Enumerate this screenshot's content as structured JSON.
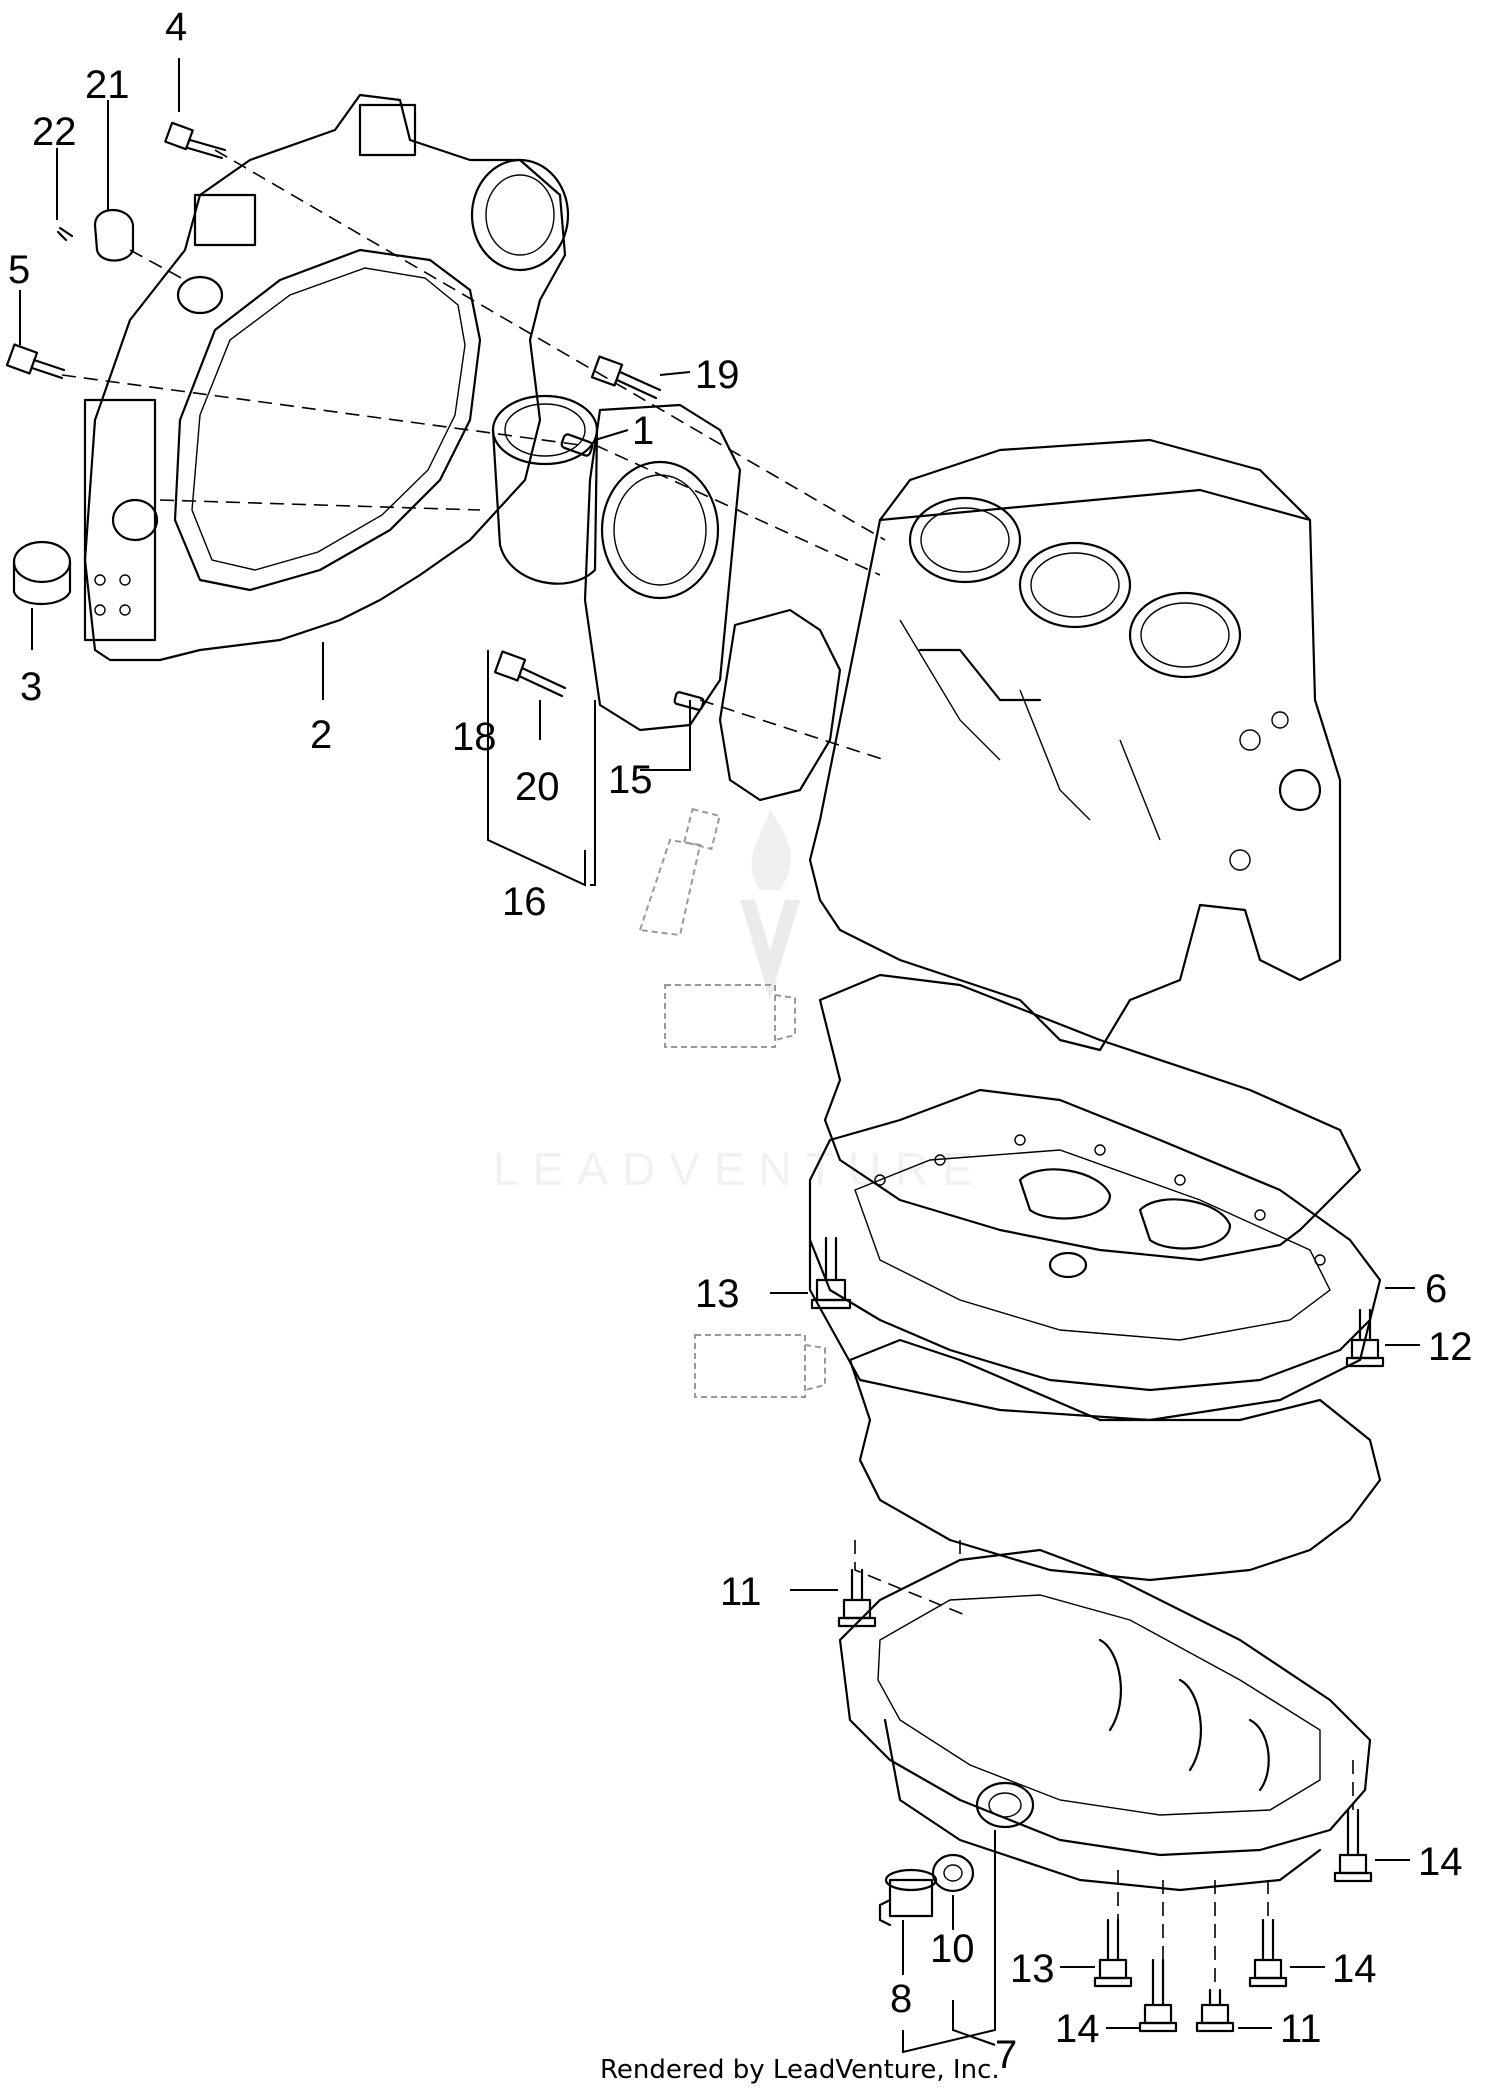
{
  "callouts": [
    {
      "id": "1",
      "label": "1"
    },
    {
      "id": "2",
      "label": "2"
    },
    {
      "id": "3",
      "label": "3"
    },
    {
      "id": "4",
      "label": "4"
    },
    {
      "id": "5",
      "label": "5"
    },
    {
      "id": "6",
      "label": "6"
    },
    {
      "id": "7",
      "label": "7"
    },
    {
      "id": "8",
      "label": "8"
    },
    {
      "id": "10",
      "label": "10"
    },
    {
      "id": "11a",
      "label": "11"
    },
    {
      "id": "11b",
      "label": "11"
    },
    {
      "id": "12",
      "label": "12"
    },
    {
      "id": "13a",
      "label": "13"
    },
    {
      "id": "13b",
      "label": "13"
    },
    {
      "id": "14a",
      "label": "14"
    },
    {
      "id": "14b",
      "label": "14"
    },
    {
      "id": "14c",
      "label": "14"
    },
    {
      "id": "15",
      "label": "15"
    },
    {
      "id": "16",
      "label": "16"
    },
    {
      "id": "18",
      "label": "18"
    },
    {
      "id": "19",
      "label": "19"
    },
    {
      "id": "20",
      "label": "20"
    },
    {
      "id": "21",
      "label": "21"
    },
    {
      "id": "22",
      "label": "22"
    }
  ],
  "watermark": "LEADVENTURE",
  "footer": "Rendered by LeadVenture, Inc."
}
